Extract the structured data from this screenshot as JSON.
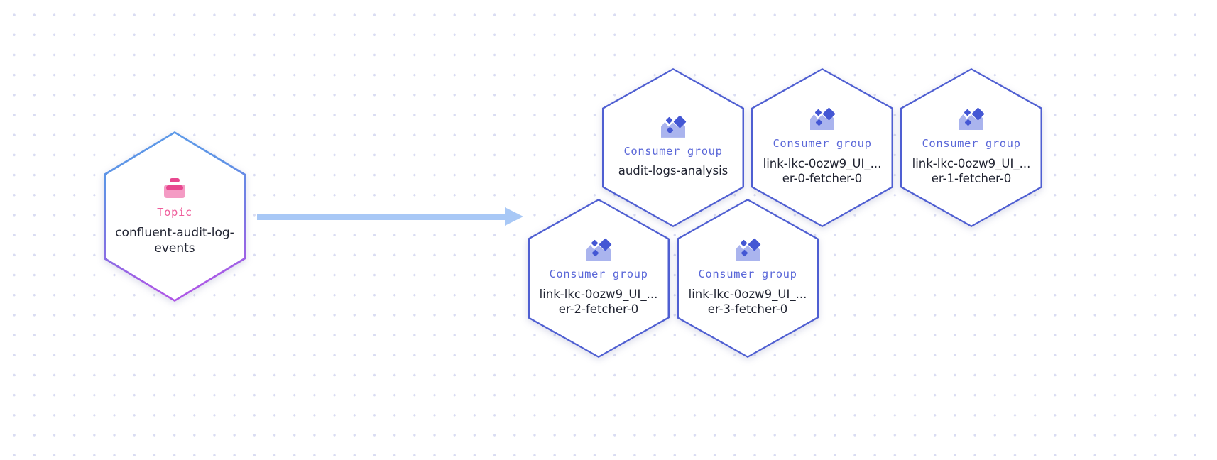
{
  "canvas": {
    "background_color": "#ffffff",
    "dot_color": "#d9dcf2"
  },
  "arrow": {
    "name": "flow-arrow",
    "color": "#a8c8f6",
    "direction": "left-to-right"
  },
  "topic": {
    "icon": "topic-stack-icon",
    "kind_label": "Topic",
    "kind_color": "#ef5d9b",
    "name": "confluent-audit-log-events",
    "border_gradient_from": "#5d9ce9",
    "border_gradient_to": "#b354e7"
  },
  "consumer_groups": {
    "kind_label": "Consumer group",
    "kind_color": "#5a67d8",
    "border_color": "#4f5fd2",
    "icon": "consumer-group-icon",
    "items": [
      {
        "name": "audit-logs-analysis"
      },
      {
        "name": "link-lkc-0ozw9_UI_...er-0-fetcher-0"
      },
      {
        "name": "link-lkc-0ozw9_UI_...er-1-fetcher-0"
      },
      {
        "name": "link-lkc-0ozw9_UI_...er-2-fetcher-0"
      },
      {
        "name": "link-lkc-0ozw9_UI_...er-3-fetcher-0"
      }
    ]
  }
}
